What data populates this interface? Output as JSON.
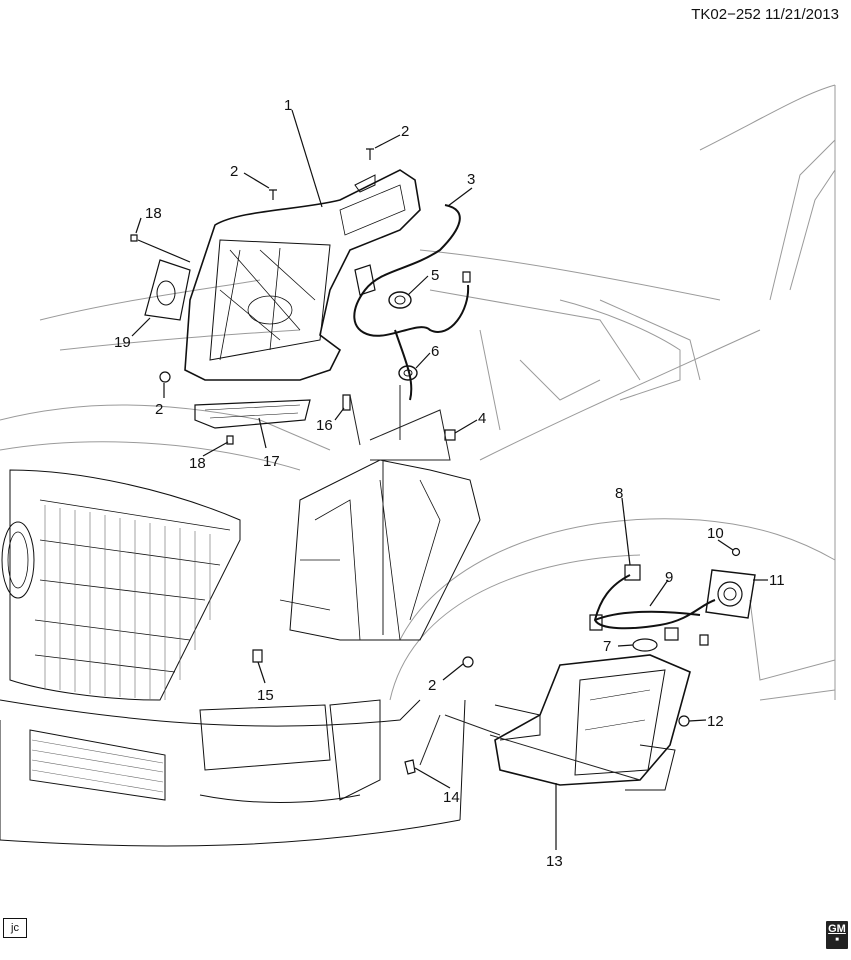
{
  "header": {
    "doc_id": "TK02−252",
    "date": "11/21/2013",
    "full": "TK02−252  11/21/2013"
  },
  "footer": {
    "initials": "jc",
    "logo_text": "GM"
  },
  "callouts": [
    {
      "id": "c1",
      "label": "1"
    },
    {
      "id": "c2a",
      "label": "2"
    },
    {
      "id": "c2b",
      "label": "2"
    },
    {
      "id": "c2c",
      "label": "2"
    },
    {
      "id": "c2d",
      "label": "2"
    },
    {
      "id": "c3",
      "label": "3"
    },
    {
      "id": "c4",
      "label": "4"
    },
    {
      "id": "c5",
      "label": "5"
    },
    {
      "id": "c6",
      "label": "6"
    },
    {
      "id": "c7",
      "label": "7"
    },
    {
      "id": "c8",
      "label": "8"
    },
    {
      "id": "c9",
      "label": "9"
    },
    {
      "id": "c10",
      "label": "10"
    },
    {
      "id": "c11",
      "label": "11"
    },
    {
      "id": "c12",
      "label": "12"
    },
    {
      "id": "c13",
      "label": "13"
    },
    {
      "id": "c14",
      "label": "14"
    },
    {
      "id": "c15",
      "label": "15"
    },
    {
      "id": "c16",
      "label": "16"
    },
    {
      "id": "c17",
      "label": "17"
    },
    {
      "id": "c18a",
      "label": "18"
    },
    {
      "id": "c18b",
      "label": "18"
    },
    {
      "id": "c19",
      "label": "19"
    }
  ]
}
